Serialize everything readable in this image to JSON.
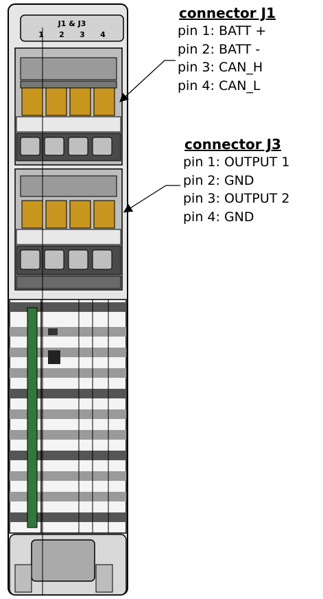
{
  "header_label": {
    "title": "J1 & J3",
    "pins": [
      "1",
      "2",
      "3",
      "4"
    ]
  },
  "connectors": [
    {
      "title": "connector J1",
      "pins": [
        "pin 1: BATT +",
        "pin 2: BATT -",
        "pin 3: CAN_H",
        "pin 4: CAN_L"
      ]
    },
    {
      "title": "connector J3",
      "pins": [
        "pin 1: OUTPUT 1",
        "pin 2: GND",
        "pin 3: OUTPUT 2",
        "pin 4: GND"
      ]
    }
  ],
  "colors": {
    "housing": "#c8c8c8",
    "housing_dark": "#5a5a5a",
    "spring_clamp": "#c8961e",
    "pcb_green": "#2f7a3a",
    "line": "#000000"
  }
}
